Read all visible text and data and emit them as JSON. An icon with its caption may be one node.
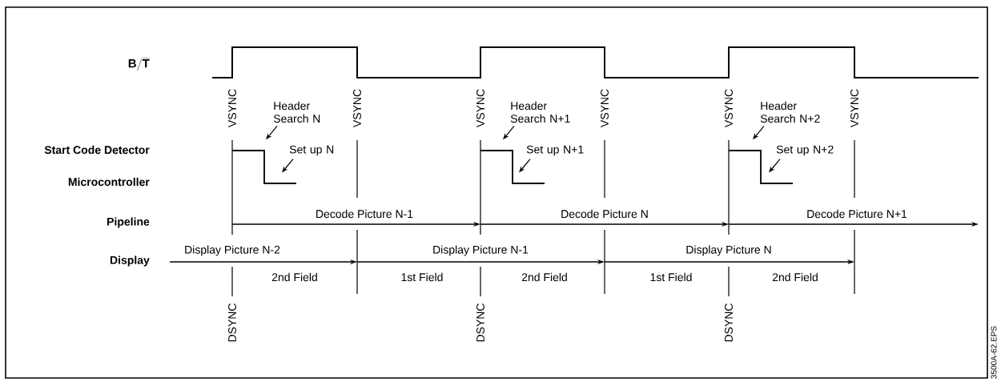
{
  "diagram": {
    "nodes": [
      {
        "text": [
          "Header Search N"
        ]
      },
      {
        "text": [
          "Set up N"
        ]
      },
      {
        "text": [
          "Header Search N+1"
        ]
      },
      {
        "text": [
          "Set up N+1"
        ]
      },
      {
        "text": [
          "Header Search N+2"
        ]
      },
      {
        "text": [
          "Set up N+2"
        ]
      }
    ],
    "edges": [
      {
        "from": 0,
        "to": null,
        "arrow": "to"
      },
      {
        "from": 1,
        "to": null,
        "arrow": "to"
      },
      {
        "from": 2,
        "to": null,
        "arrow": "to"
      },
      {
        "from": 3,
        "to": null,
        "arrow": "to"
      },
      {
        "from": 4,
        "to": null,
        "arrow": "to"
      },
      {
        "from": 5,
        "to": null,
        "arrow": "to"
      }
    ],
    "labels": [
      "\\mathbf{B/\\overline{T}}",
      "VSYNC",
      "VSYNC",
      "VSYNC",
      "VSYNC",
      "VSYNC",
      "VSYNC",
      "Start Code Detector",
      "Microcontroller",
      "Pipeline",
      "Decode Picture N-1",
      "Decode Picture N",
      "Decode Picture N+1",
      "Display",
      "Display Picture N-2",
      "Display Picture N-1",
      "Display Picture N",
      "2nd Field",
      "1st Field",
      "2nd Field",
      "1st Field",
      "2nd Field",
      "DSYNC",
      "DSYNC",
      "DSYNC",
      "3500A-62.EPS"
    ]
  }
}
